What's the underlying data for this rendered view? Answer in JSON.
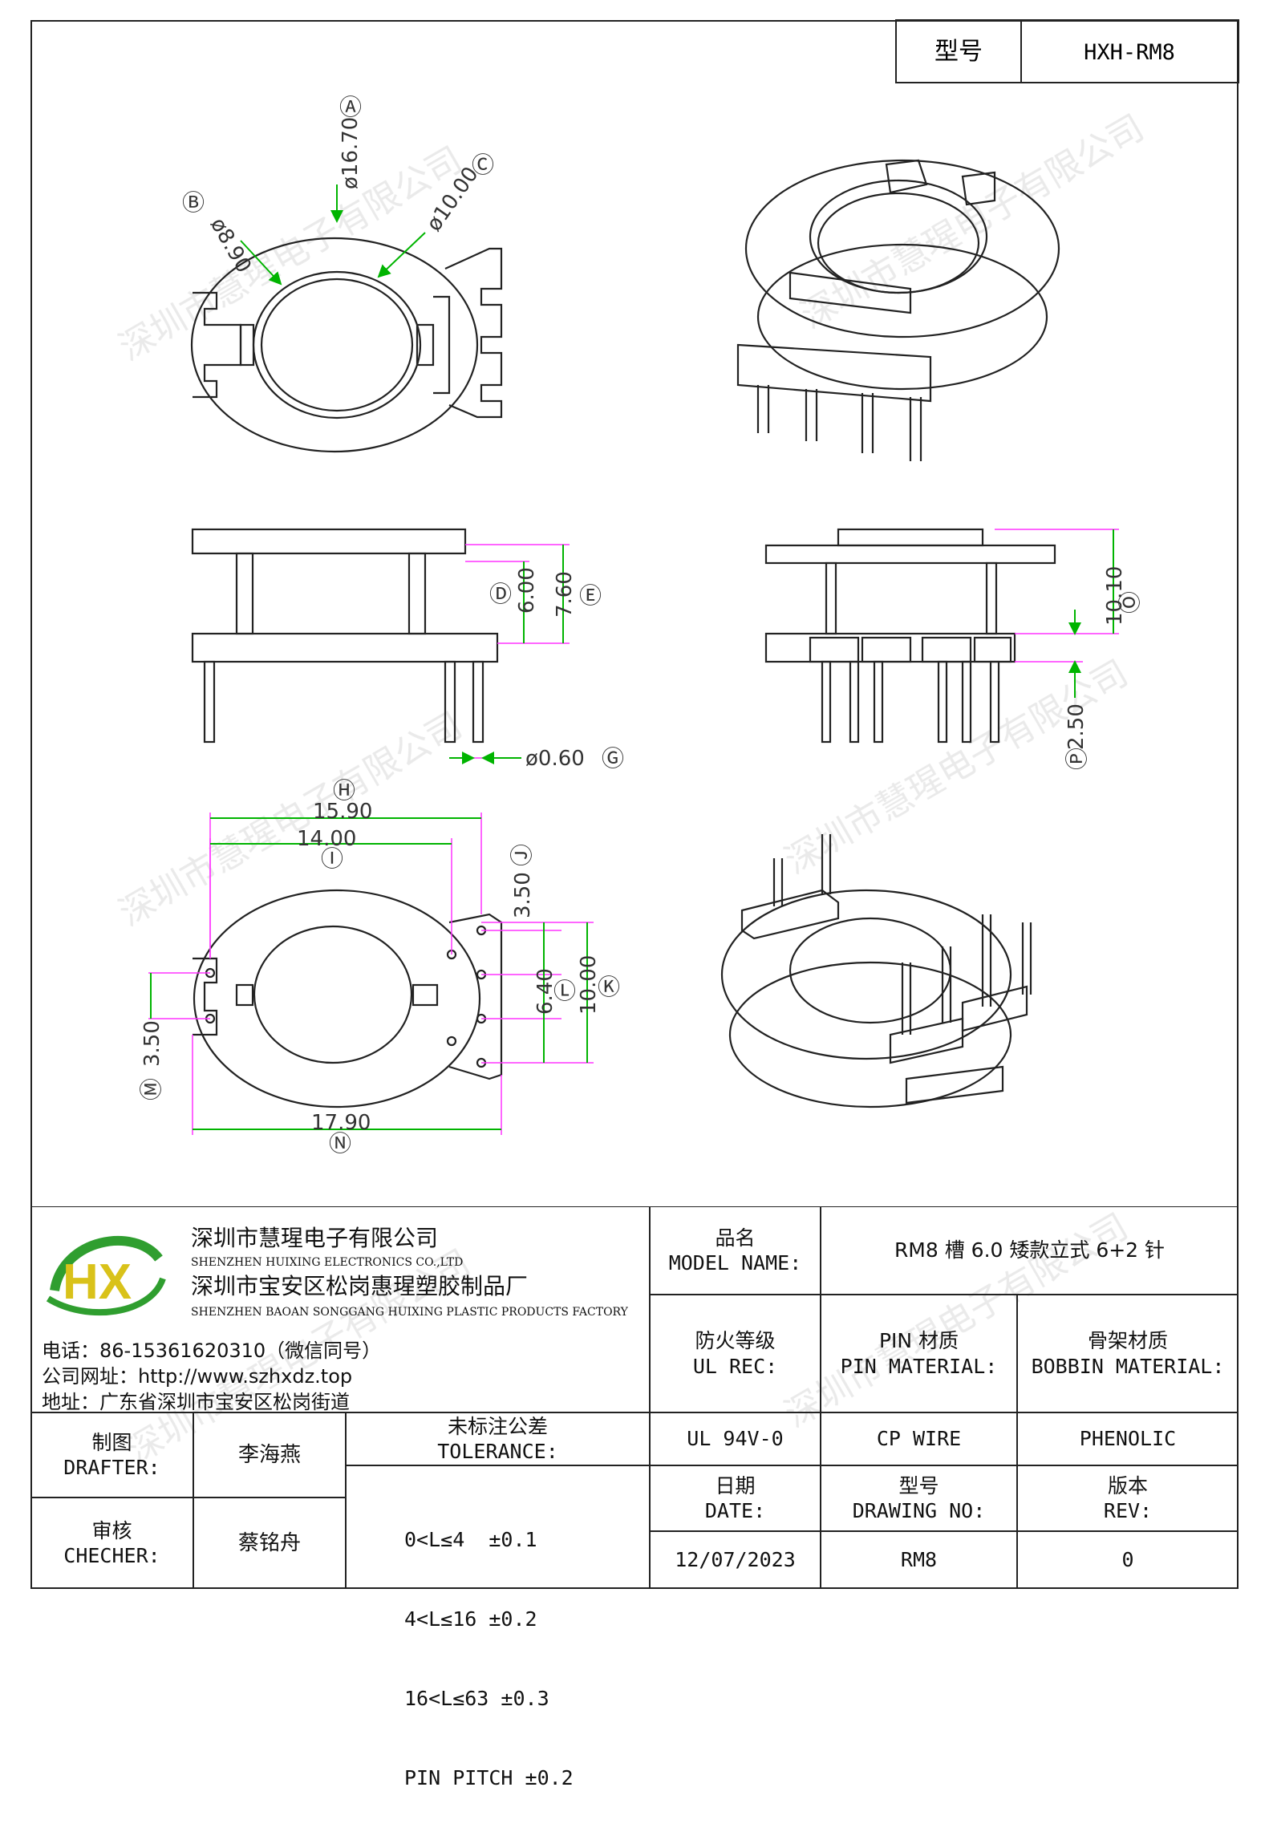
{
  "header": {
    "model_label": "型号",
    "model_value": "HXH-RM8"
  },
  "watermark": "深圳市慧瑆电子有限公司",
  "drawing": {
    "callouts": {
      "A": "Ⓐ",
      "B": "Ⓑ",
      "C": "Ⓒ",
      "D": "Ⓓ",
      "E": "Ⓔ",
      "G": "Ⓖ",
      "H": "Ⓗ",
      "I": "Ⓘ",
      "J": "Ⓙ",
      "K": "Ⓚ",
      "L": "Ⓛ",
      "M": "Ⓜ",
      "N": "Ⓝ",
      "O": "Ⓞ",
      "P": "Ⓟ"
    },
    "dims": {
      "A": "ø16.70",
      "B": "ø8.90",
      "C": "ø10.00",
      "D": "6.00",
      "E": "7.60",
      "G": "ø0.60",
      "H": "15.90",
      "I": "14.00",
      "J": "3.50",
      "K": "10.00",
      "L": "6.40",
      "M": "3.50",
      "N": "17.90",
      "O": "10.10",
      "P": "2.50"
    }
  },
  "company": {
    "name_cn": "深圳市慧瑆电子有限公司",
    "name_en": "SHENZHEN HUIXING ELECTRONICS CO.,LTD",
    "factory_cn": "深圳市宝安区松岗惠瑆塑胶制品厂",
    "factory_en": "SHENZHEN BAOAN SONGGANG HUIXING PLASTIC PRODUCTS FACTORY",
    "phone": "电话：86-15361620310（微信同号）",
    "website": "公司网址：http://www.szhxdz.top",
    "address": "地址：广东省深圳市宝安区松岗街道",
    "logo_letters": "HX"
  },
  "title_block": {
    "model_name_label_cn": "品名",
    "model_name_label_en": "MODEL NAME:",
    "model_name_value": "RM8 槽 6.0 矮款立式 6+2 针",
    "ul_label_cn": "防火等级",
    "ul_label_en": "UL REC:",
    "ul_value": "UL 94V-0",
    "pin_label_cn": "PIN 材质",
    "pin_label_en": "PIN MATERIAL:",
    "pin_value": "CP WIRE",
    "bobbin_label_cn": "骨架材质",
    "bobbin_label_en": "BOBBIN MATERIAL:",
    "bobbin_value": "PHENOLIC",
    "drafter_label_cn": "制图",
    "drafter_label_en": "DRAFTER:",
    "drafter_name": "李海燕",
    "checker_label_cn": "审核",
    "checker_label_en": "CHECHER:",
    "checker_name": "蔡铭舟",
    "tolerance_label_cn": "未标注公差",
    "tolerance_label_en": "TOLERANCE:",
    "tolerances": [
      "0<L≤4  ±0.1",
      "4<L≤16 ±0.2",
      "16<L≤63 ±0.3",
      "PIN PITCH ±0.2"
    ],
    "date_label_cn": "日期",
    "date_label_en": "DATE:",
    "date_value": "12/07/2023",
    "drawing_no_label_cn": "型号",
    "drawing_no_label_en": "DRAWING NO:",
    "drawing_no_value": "RM8",
    "rev_label_cn": "版本",
    "rev_label_en": "REV:",
    "rev_value": "0"
  }
}
